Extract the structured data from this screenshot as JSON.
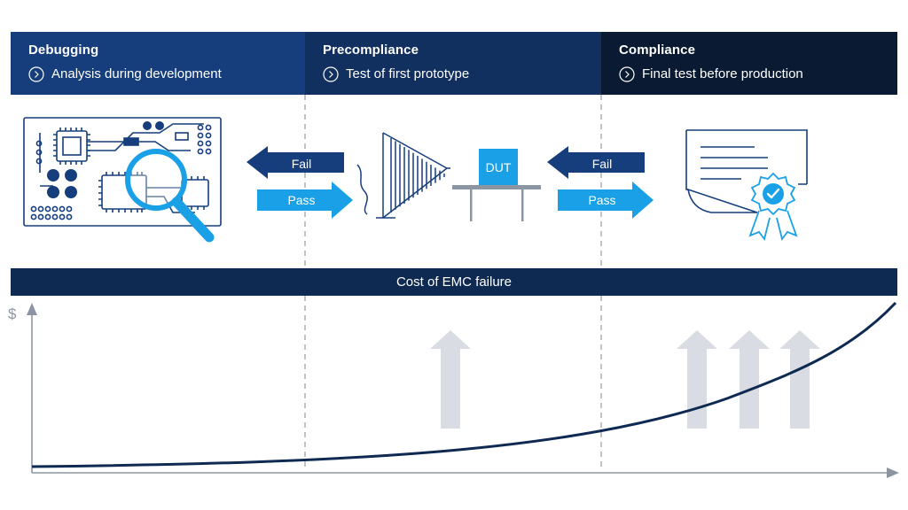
{
  "phases": [
    {
      "title": "Debugging",
      "subtitle": "Analysis during development"
    },
    {
      "title": "Precompliance",
      "subtitle": "Test of first prototype"
    },
    {
      "title": "Compliance",
      "subtitle": "Final test before production"
    }
  ],
  "arrows": {
    "fail": "Fail",
    "pass": "Pass"
  },
  "dut_label": "DUT",
  "cost_banner": "Cost of EMC failure",
  "y_axis_label": "$",
  "colors": {
    "debug_header": "#163e7c",
    "precompliance_header": "#11305f",
    "compliance_header": "#0a1a33",
    "fail_arrow": "#163e7c",
    "pass_arrow": "#1aa0e6",
    "icon_line": "#163e7c",
    "icon_accent": "#1aa0e6",
    "cost_arrow": "#d9dde3"
  },
  "icons": [
    "circuit-board-icon",
    "magnifier-icon",
    "emission-antenna-icon",
    "certificate-icon",
    "chevron-right-icon"
  ]
}
